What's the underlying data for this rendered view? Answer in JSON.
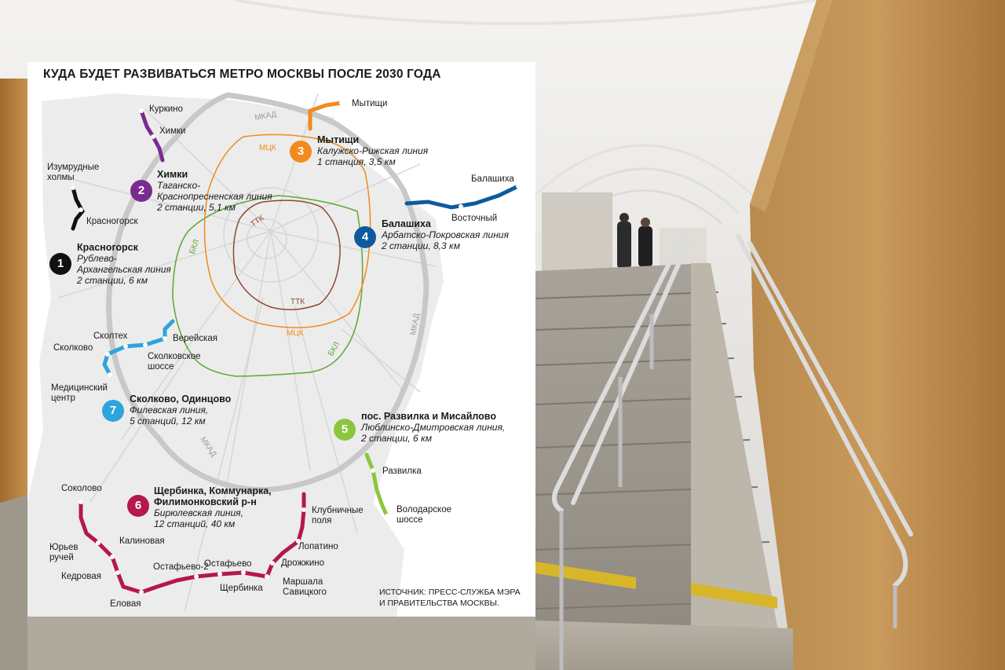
{
  "title": "КУДА БУДЕТ РАЗВИВАТЬСЯ МЕТРО МОСКВЫ ПОСЛЕ 2030 ГОДА",
  "ring_labels": {
    "mkad": "МКАД",
    "mck": "МЦК",
    "ttk": "ТТК",
    "bkl": "БКЛ"
  },
  "colors": {
    "line1": "#111111",
    "line2": "#7a2b8e",
    "line3": "#f28a1d",
    "line4": "#0d5a9e",
    "line5": "#8cc63f",
    "line6": "#b5174f",
    "line7": "#2ea3dc",
    "mck": "#f28a1d",
    "ttk": "#8b4a2b",
    "bkl": "#5aa832",
    "roads": "#d8d8d8",
    "city": "#ececec"
  },
  "callouts": [
    {
      "num": "1",
      "name": "Красногорск",
      "line": "Рублево-",
      "line2": "Архангельская линия",
      "stats": "2 станции, 6 км"
    },
    {
      "num": "2",
      "name": "Химки",
      "line": "Таганско-",
      "line2": "Краснопресненская линия",
      "stats": "2 станции, 5,1 км"
    },
    {
      "num": "3",
      "name": "Мытищи",
      "line": "Калужско-Рижская линия",
      "stats": "1 станция, 3,5 км"
    },
    {
      "num": "4",
      "name": "Балашиха",
      "line": "Арбатско-Покровская линия",
      "stats": "2 станции, 8,3 км"
    },
    {
      "num": "5",
      "name": "пос. Развилка и Мисайлово",
      "line": "Люблинско-Дмитровская линия,",
      "stats": "2 станции, 6 км"
    },
    {
      "num": "6",
      "name": "Щербинка, Коммунарка,",
      "name2": "Филимонковский р-н",
      "line": "Бирюлевская линия,",
      "stats": "12 станций, 40 км"
    },
    {
      "num": "7",
      "name": "Сколково, Одинцово",
      "line": "Филевская линия,",
      "stats": "5 станций, 12 км"
    }
  ],
  "stations": {
    "kurkino": "Куркино",
    "khimki": "Химки",
    "izumrud1": "Изумрудные",
    "izumrud2": "холмы",
    "krasnogorsk": "Красногорск",
    "mytishchi": "Мытищи",
    "balashikha": "Балашиха",
    "vostochny": "Восточный",
    "skoltech": "Сколтех",
    "skolkovo": "Сколково",
    "vereyskaya": "Верейская",
    "skolk_sh1": "Сколковское",
    "skolk_sh2": "шоссе",
    "med1": "Медицинский",
    "med2": "центр",
    "razvilka": "Развилка",
    "volod1": "Володарское",
    "volod2": "шоссе",
    "sokolovo": "Соколово",
    "yuryev1": "Юрьев",
    "yuryev2": "ручей",
    "kalinovaya": "Калиновая",
    "kedrovaya": "Кедровая",
    "elovaya": "Еловая",
    "ostafyevo2": "Остафьево-2",
    "ostafyevo": "Остафьево",
    "shcherbinka": "Щербинка",
    "marshala1": "Маршала",
    "marshala2": "Савицкого",
    "drozhzhino": "Дрожжино",
    "lopatino": "Лопатино",
    "klubnich1": "Клубничные",
    "klubnich2": "поля"
  },
  "source": {
    "line1": "ИСТОЧНИК: ПРЕСС-СЛУЖБА МЭРА",
    "line2": "И ПРАВИТЕЛЬСТВА МОСКВЫ."
  }
}
